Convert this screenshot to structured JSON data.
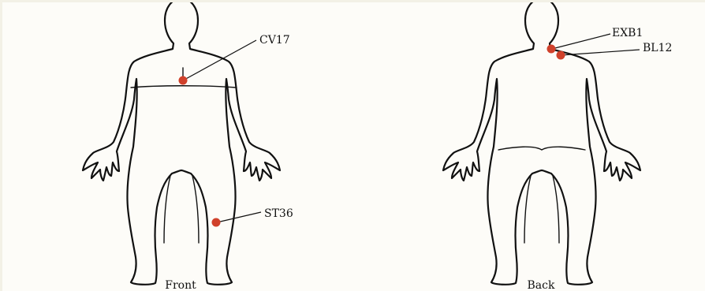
{
  "figures": {
    "front": {
      "caption": "Front",
      "points": [
        {
          "label": "CV17"
        },
        {
          "label": "ST36"
        }
      ]
    },
    "back": {
      "caption": "Back",
      "points": [
        {
          "label": "EXB1"
        },
        {
          "label": "BL12"
        }
      ]
    }
  },
  "colors": {
    "point": "#d0412b",
    "outline": "#111111",
    "background": "#fdfcf8"
  }
}
